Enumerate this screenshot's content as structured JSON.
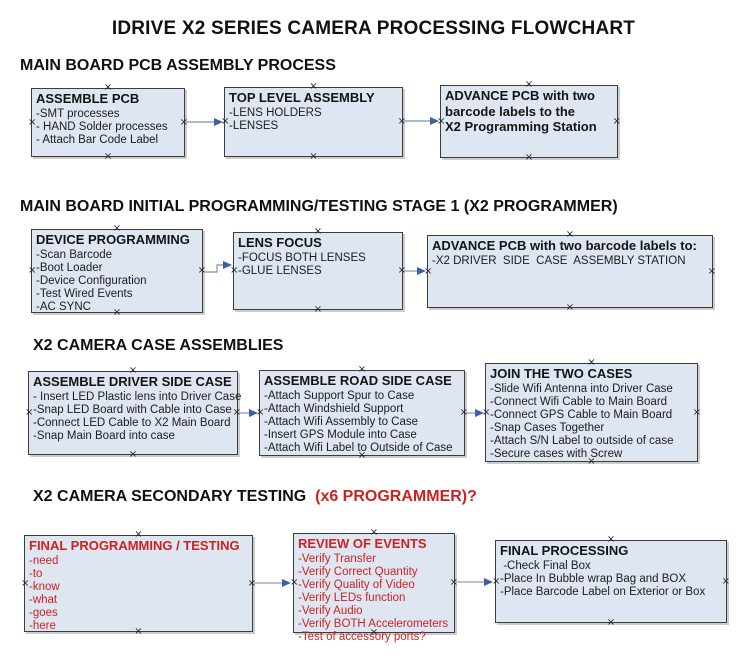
{
  "page_title": "IDRIVE X2  SERIES CAMERA PROCESSING FLOWCHART",
  "colors": {
    "box_fill": "#dee6f2",
    "box_border": "#3c3c3c",
    "connector_line": "#8fa4c6",
    "arrowhead": "#3c5fa8",
    "red_text": "#cc2222",
    "black_text": "#141414"
  },
  "sections": [
    {
      "heading": "MAIN BOARD PCB ASSEMBLY PROCESS"
    },
    {
      "heading": "MAIN BOARD INITIAL PROGRAMMING/TESTING STAGE 1 (X2 PROGRAMMER)"
    },
    {
      "heading": "X2 CAMERA CASE ASSEMBLIES"
    },
    {
      "heading_black": "X2 CAMERA SECONDARY TESTING  ",
      "heading_red": "(x6 PROGRAMMER)?"
    }
  ],
  "boxes": [
    {
      "title": "ASSEMBLE PCB",
      "items": [
        "-SMT processes",
        "- HAND Solder processes",
        "- Attach Bar Code Label"
      ]
    },
    {
      "title": "TOP LEVEL ASSEMBLY",
      "items": [
        "-LENS HOLDERS",
        "-LENSES"
      ]
    },
    {
      "title": "ADVANCE PCB with two\nbarcode labels to the\nX2 Programming Station",
      "items": []
    },
    {
      "title": "DEVICE PROGRAMMING",
      "items": [
        "-Scan Barcode",
        "-Boot Loader",
        "-Device Configuration",
        "-Test Wired Events",
        "-AC SYNC"
      ]
    },
    {
      "title": "LENS FOCUS",
      "items": [
        "-FOCUS BOTH LENSES",
        "-GLUE LENSES"
      ]
    },
    {
      "title": "ADVANCE PCB with two barcode labels to:",
      "items": [
        "-X2 DRIVER  SIDE  CASE  ASSEMBLY STATION"
      ]
    },
    {
      "title": "ASSEMBLE DRIVER SIDE CASE",
      "items": [
        "- Insert LED Plastic lens into Driver Case",
        "-Snap LED Board with Cable into Case",
        "-Connect LED Cable to X2 Main Board",
        "-Snap Main Board into case"
      ]
    },
    {
      "title": "ASSEMBLE ROAD SIDE CASE",
      "items": [
        "-Attach Support Spur to Case",
        "-Attach Windshield Support",
        "-Attach Wifi Assembly to Case",
        "-Insert GPS Module into Case",
        "-Attach Wifi Label to Outside of Case"
      ]
    },
    {
      "title": "JOIN THE TWO CASES",
      "items": [
        "-Slide Wifi Antenna into Driver Case",
        "-Connect Wifi Cable to Main Board",
        "-Connect GPS Cable to Main Board",
        "-Snap Cases Together",
        "-Attach S/N Label to outside of case",
        "-Secure cases with Screw"
      ]
    },
    {
      "title": "FINAL PROGRAMMING / TESTING",
      "items": [
        "-need",
        "-to",
        "-know",
        "-what",
        "-goes",
        "-here"
      ]
    },
    {
      "title": "REVIEW OF EVENTS",
      "items": [
        "-Verify Transfer",
        "-Verify Correct Quantity",
        "-Verify Quality of Video",
        "-Verify LEDs function",
        "-Verify Audio",
        "-Verify BOTH Accelerometers",
        "-Test of accessory ports?"
      ]
    },
    {
      "title": "FINAL PROCESSING",
      "items": [
        " -Check Final Box",
        "-Place In Bubble wrap Bag and BOX",
        "-Place Barcode Label on Exterior or Box"
      ]
    }
  ]
}
